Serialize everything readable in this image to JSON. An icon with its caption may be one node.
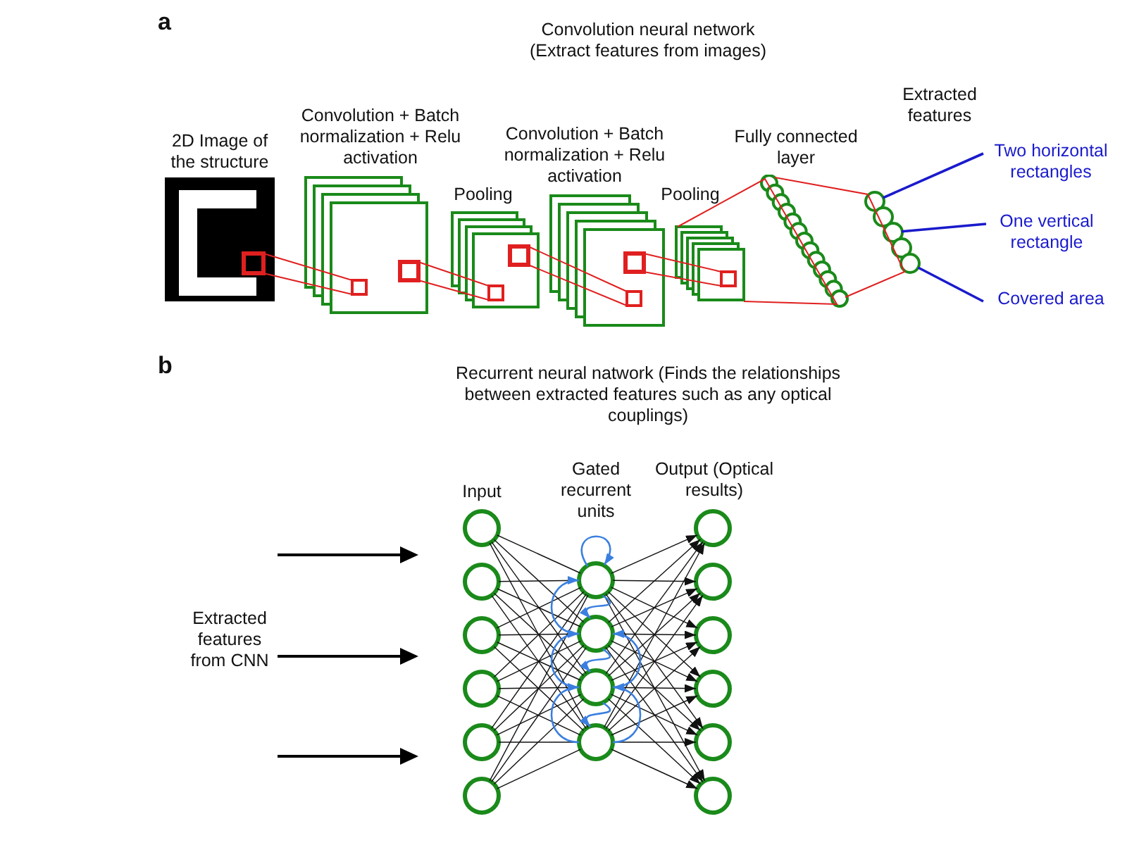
{
  "diagram": {
    "nodes": [
      {
        "text": [
          "2D Image of the structure"
        ]
      },
      {
        "text": [
          "Convolution + Batch normalization + Relu activation"
        ]
      },
      {
        "text": [
          "Pooling"
        ]
      },
      {
        "text": [
          "Convolution + Batch normalization + Relu activation"
        ]
      },
      {
        "text": [
          "Pooling"
        ]
      },
      {
        "text": [
          "Fully connected layer"
        ]
      },
      {
        "text": [
          "Extracted features"
        ]
      },
      {
        "text": [],
        "shape": "circle",
        "in": 6
      },
      {
        "text": [],
        "shape": "circle",
        "in": 6
      },
      {
        "text": [],
        "shape": "circle",
        "in": 6
      },
      {
        "text": [],
        "shape": "circle",
        "in": 6
      },
      {
        "text": [],
        "shape": "circle",
        "in": 6
      },
      {
        "text": [
          "Two horizontal rectangles"
        ]
      },
      {
        "text": [
          "One vertical rectangle"
        ]
      },
      {
        "text": [
          "Covered area"
        ]
      },
      {
        "text": [],
        "shape": "circle"
      },
      {
        "text": [],
        "shape": "circle"
      },
      {
        "text": [],
        "shape": "circle"
      },
      {
        "text": [],
        "shape": "circle"
      },
      {
        "text": [],
        "shape": "circle"
      },
      {
        "text": [],
        "shape": "circle"
      },
      {
        "text": [],
        "shape": "circle"
      },
      {
        "text": [],
        "shape": "circle"
      },
      {
        "text": [],
        "shape": "circle"
      },
      {
        "text": [],
        "shape": "circle"
      },
      {
        "text": [],
        "shape": "circle"
      },
      {
        "text": [],
        "shape": "circle"
      },
      {
        "text": [],
        "shape": "circle"
      },
      {
        "text": [],
        "shape": "circle"
      },
      {
        "text": [],
        "shape": "circle"
      },
      {
        "text": [],
        "shape": "circle"
      }
    ],
    "edges": [
      {
        "from": 0,
        "to": 1,
        "arrow": "none",
        "color": "#e02020"
      },
      {
        "from": 1,
        "to": 2,
        "arrow": "none",
        "color": "#e02020"
      },
      {
        "from": 2,
        "to": 3,
        "arrow": "none",
        "color": "#e02020"
      },
      {
        "from": 3,
        "to": 4,
        "arrow": "none",
        "color": "#e02020"
      },
      {
        "from": 4,
        "to": 5,
        "arrow": "none",
        "color": "#e02020"
      },
      {
        "from": 5,
        "to": 6,
        "arrow": "none",
        "color": "#e02020"
      },
      {
        "from": 12,
        "to": 7,
        "arrow": "none",
        "color": "#1a1acc"
      },
      {
        "from": 13,
        "to": 9,
        "arrow": "none",
        "color": "#1a1acc"
      },
      {
        "from": 14,
        "to": 11,
        "arrow": "none",
        "color": "#1a1acc"
      },
      {
        "from": 15,
        "to": 21,
        "arrow": "none"
      },
      {
        "from": 15,
        "to": 22,
        "arrow": "none"
      },
      {
        "from": 15,
        "to": 23,
        "arrow": "none"
      },
      {
        "from": 15,
        "to": 24,
        "arrow": "none"
      },
      {
        "from": 16,
        "to": 21,
        "arrow": "none"
      },
      {
        "from": 16,
        "to": 22,
        "arrow": "none"
      },
      {
        "from": 16,
        "to": 23,
        "arrow": "none"
      },
      {
        "from": 16,
        "to": 24,
        "arrow": "none"
      },
      {
        "from": 17,
        "to": 21,
        "arrow": "none"
      },
      {
        "from": 17,
        "to": 22,
        "arrow": "none"
      },
      {
        "from": 17,
        "to": 23,
        "arrow": "none"
      },
      {
        "from": 17,
        "to": 24,
        "arrow": "none"
      },
      {
        "from": 18,
        "to": 21,
        "arrow": "none"
      },
      {
        "from": 18,
        "to": 22,
        "arrow": "none"
      },
      {
        "from": 18,
        "to": 23,
        "arrow": "none"
      },
      {
        "from": 18,
        "to": 24,
        "arrow": "none"
      },
      {
        "from": 19,
        "to": 21,
        "arrow": "none"
      },
      {
        "from": 19,
        "to": 22,
        "arrow": "none"
      },
      {
        "from": 19,
        "to": 23,
        "arrow": "none"
      },
      {
        "from": 19,
        "to": 24,
        "arrow": "none"
      },
      {
        "from": 20,
        "to": 21,
        "arrow": "none"
      },
      {
        "from": 20,
        "to": 22,
        "arrow": "none"
      },
      {
        "from": 20,
        "to": 23,
        "arrow": "none"
      },
      {
        "from": 20,
        "to": 24,
        "arrow": "none"
      },
      {
        "from": 21,
        "to": 25,
        "arrow": "to"
      },
      {
        "from": 21,
        "to": 26,
        "arrow": "to"
      },
      {
        "from": 21,
        "to": 27,
        "arrow": "to"
      },
      {
        "from": 21,
        "to": 28,
        "arrow": "to"
      },
      {
        "from": 21,
        "to": 29,
        "arrow": "to"
      },
      {
        "from": 21,
        "to": 30,
        "arrow": "to"
      },
      {
        "from": 22,
        "to": 25,
        "arrow": "to"
      },
      {
        "from": 22,
        "to": 26,
        "arrow": "to"
      },
      {
        "from": 22,
        "to": 27,
        "arrow": "to"
      },
      {
        "from": 22,
        "to": 28,
        "arrow": "to"
      },
      {
        "from": 22,
        "to": 29,
        "arrow": "to"
      },
      {
        "from": 22,
        "to": 30,
        "arrow": "to"
      },
      {
        "from": 23,
        "to": 25,
        "arrow": "to"
      },
      {
        "from": 23,
        "to": 26,
        "arrow": "to"
      },
      {
        "from": 23,
        "to": 27,
        "arrow": "to"
      },
      {
        "from": 23,
        "to": 28,
        "arrow": "to"
      },
      {
        "from": 23,
        "to": 29,
        "arrow": "to"
      },
      {
        "from": 23,
        "to": 30,
        "arrow": "to"
      },
      {
        "from": 24,
        "to": 25,
        "arrow": "to"
      },
      {
        "from": 24,
        "to": 26,
        "arrow": "to"
      },
      {
        "from": 24,
        "to": 27,
        "arrow": "to"
      },
      {
        "from": 24,
        "to": 28,
        "arrow": "to"
      },
      {
        "from": 24,
        "to": 29,
        "arrow": "to"
      },
      {
        "from": 24,
        "to": 30,
        "arrow": "to"
      },
      {
        "from": 21,
        "to": 21,
        "arrow": "to",
        "color": "#3a7fe0"
      },
      {
        "from": 21,
        "to": 22,
        "arrow": "to",
        "color": "#3a7fe0"
      },
      {
        "from": 22,
        "to": 23,
        "arrow": "to",
        "color": "#3a7fe0"
      },
      {
        "from": 23,
        "to": 24,
        "arrow": "to",
        "color": "#3a7fe0"
      },
      {
        "from": 22,
        "to": 21,
        "arrow": "to",
        "color": "#3a7fe0"
      },
      {
        "from": 23,
        "to": 22,
        "arrow": "to",
        "color": "#3a7fe0"
      },
      {
        "from": 24,
        "to": 23,
        "arrow": "to",
        "color": "#3a7fe0"
      },
      {
        "from": 23,
        "to": 22,
        "arrow": "to",
        "color": "#3a7fe0"
      },
      {
        "from": 24,
        "to": 23,
        "arrow": "to",
        "color": "#3a7fe0"
      }
    ],
    "labels": [
      "a",
      "Convolution neural network (Extract features from images)",
      "b",
      "Recurrent neural natwork (Finds the relationships between extracted features such as any optical couplings)",
      "Extracted features from CNN",
      "Input",
      "Gated recurrent units",
      "Output (Optical results)"
    ]
  }
}
